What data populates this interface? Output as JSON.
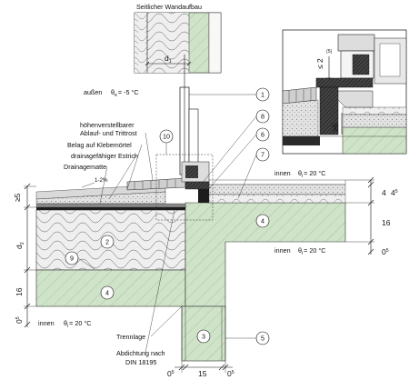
{
  "wall_inset_title": "Seitlicher Wandaufbau",
  "inset_dim": "d",
  "inset_dim_sub": "1",
  "outside_label": "außen",
  "outside_theta": "θ",
  "outside_theta_sub": "e",
  "outside_temp": "= -5 °C",
  "inside_top_label": "innen",
  "inside_top_theta": "θ",
  "inside_top_theta_sub": "i",
  "inside_top_temp": "= 20 °C",
  "inside_mid_label": "innen",
  "inside_mid_theta": "θ",
  "inside_mid_theta_sub": "i",
  "inside_mid_temp": "= 20 °C",
  "inside_bottom_label": "innen",
  "inside_bottom_theta": "θ",
  "inside_bottom_theta_sub": "i",
  "inside_bottom_temp": "= 20 °C",
  "labels": {
    "drain": "höhenverstellbarer",
    "drain2": "Ablauf- und Trittrost",
    "tiles": "Belag auf Klebemörtel",
    "screed": "drainagefähiger Estrich",
    "mat": "Drainagematte",
    "slope": "1-2%",
    "trennlage": "Trennlage",
    "seal1": "Abdichtung nach",
    "seal2": "DIN 18195"
  },
  "callouts": [
    "1",
    "2",
    "3",
    "4",
    "4",
    "5",
    "6",
    "7",
    "8",
    "9",
    "10"
  ],
  "dims": {
    "d2": "d",
    "d2_sub": "2",
    "ge5": "≥5",
    "left16": "16",
    "left_05": "0",
    "left_05_sup": "5",
    "right_4": "4",
    "right_45": "4",
    "right_45_sup": "5",
    "right16": "16",
    "right_05": "0",
    "right_05_sup": "5",
    "bot_05a": "0",
    "bot_05a_sup": "5",
    "bot_15": "15",
    "bot_05b": "0",
    "bot_05b_sup": "5",
    "detail_le2": "≤ 2",
    "detail_50": "(5)",
    "detail_ge5": "≥5"
  }
}
